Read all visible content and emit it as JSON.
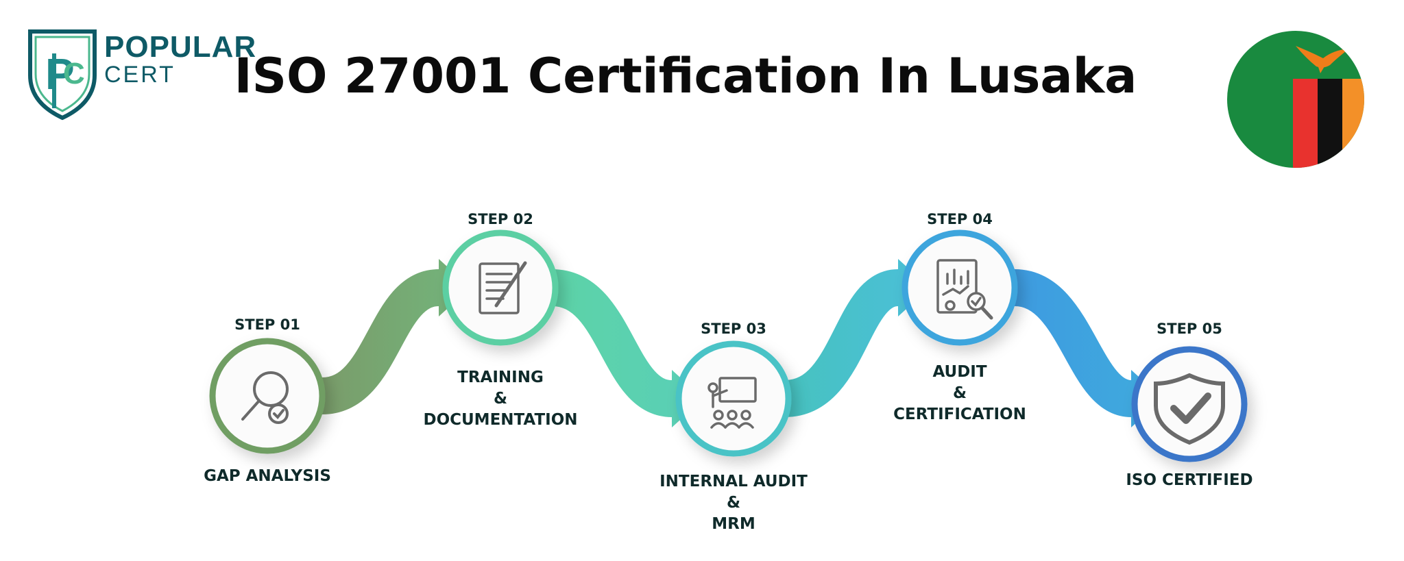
{
  "brand": {
    "name_line1": "POPULAR",
    "name_line2": "CERT",
    "colors": {
      "teal": "#0e5a66",
      "green": "#4bb88e"
    }
  },
  "title": "ISO 27001 Certification In Lusaka",
  "flag": {
    "colors": {
      "green": "#198a3f",
      "red": "#e8322e",
      "black": "#111111",
      "orange": "#f39028",
      "eagle": "#ef7d1a"
    }
  },
  "steps": [
    {
      "step": "STEP 01",
      "label": [
        "GAP ANALYSIS"
      ],
      "icon": "magnifier-check-icon",
      "color": "#6f9e64"
    },
    {
      "step": "STEP 02",
      "label": [
        "TRAINING",
        "&",
        "DOCUMENTATION"
      ],
      "icon": "document-pen-icon",
      "color": "#5ccfa3"
    },
    {
      "step": "STEP 03",
      "label": [
        "INTERNAL AUDIT",
        "&",
        "MRM"
      ],
      "icon": "presentation-icon",
      "color": "#49c3c6"
    },
    {
      "step": "STEP 04",
      "label": [
        "AUDIT",
        "&",
        "CERTIFICATION"
      ],
      "icon": "report-magnifier-icon",
      "color": "#3ea5dd"
    },
    {
      "step": "STEP 05",
      "label": [
        "ISO CERTIFIED"
      ],
      "icon": "shield-check-icon",
      "color": "#3a76c9"
    }
  ]
}
